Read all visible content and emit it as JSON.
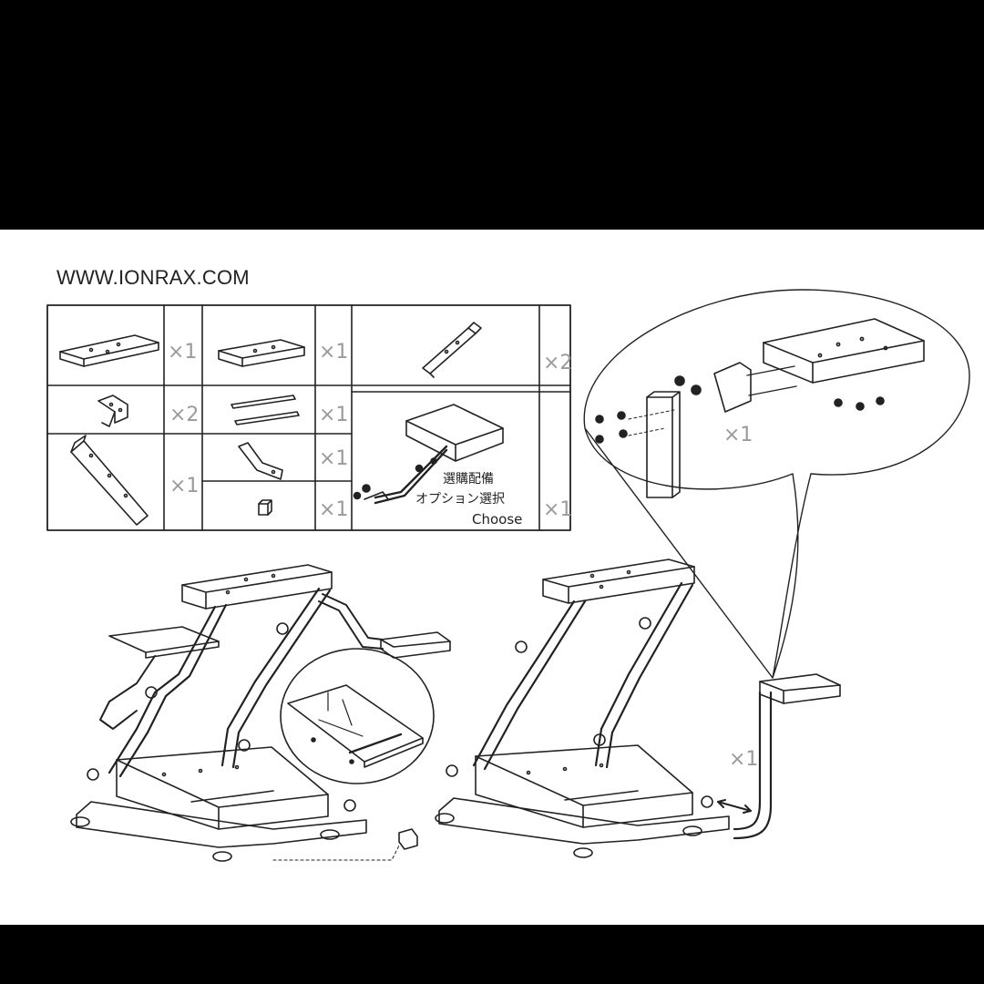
{
  "header": {
    "url": "WWW.IONRAX.COM"
  },
  "parts_table": {
    "quantities": {
      "r1c1": "×1",
      "r1c2": "×1",
      "r1c3": "×2",
      "r2c1": "×2",
      "r2c2": "×1",
      "r3c1": "×1",
      "r3c2a": "×1",
      "r3c2b": "×1",
      "r3c3": "×1"
    },
    "option_labels": [
      "選購配備",
      "オプション選択",
      "Choose"
    ]
  },
  "detail_callout": {
    "quantity": "×1"
  },
  "assembly_right": {
    "quantity": "×1"
  }
}
